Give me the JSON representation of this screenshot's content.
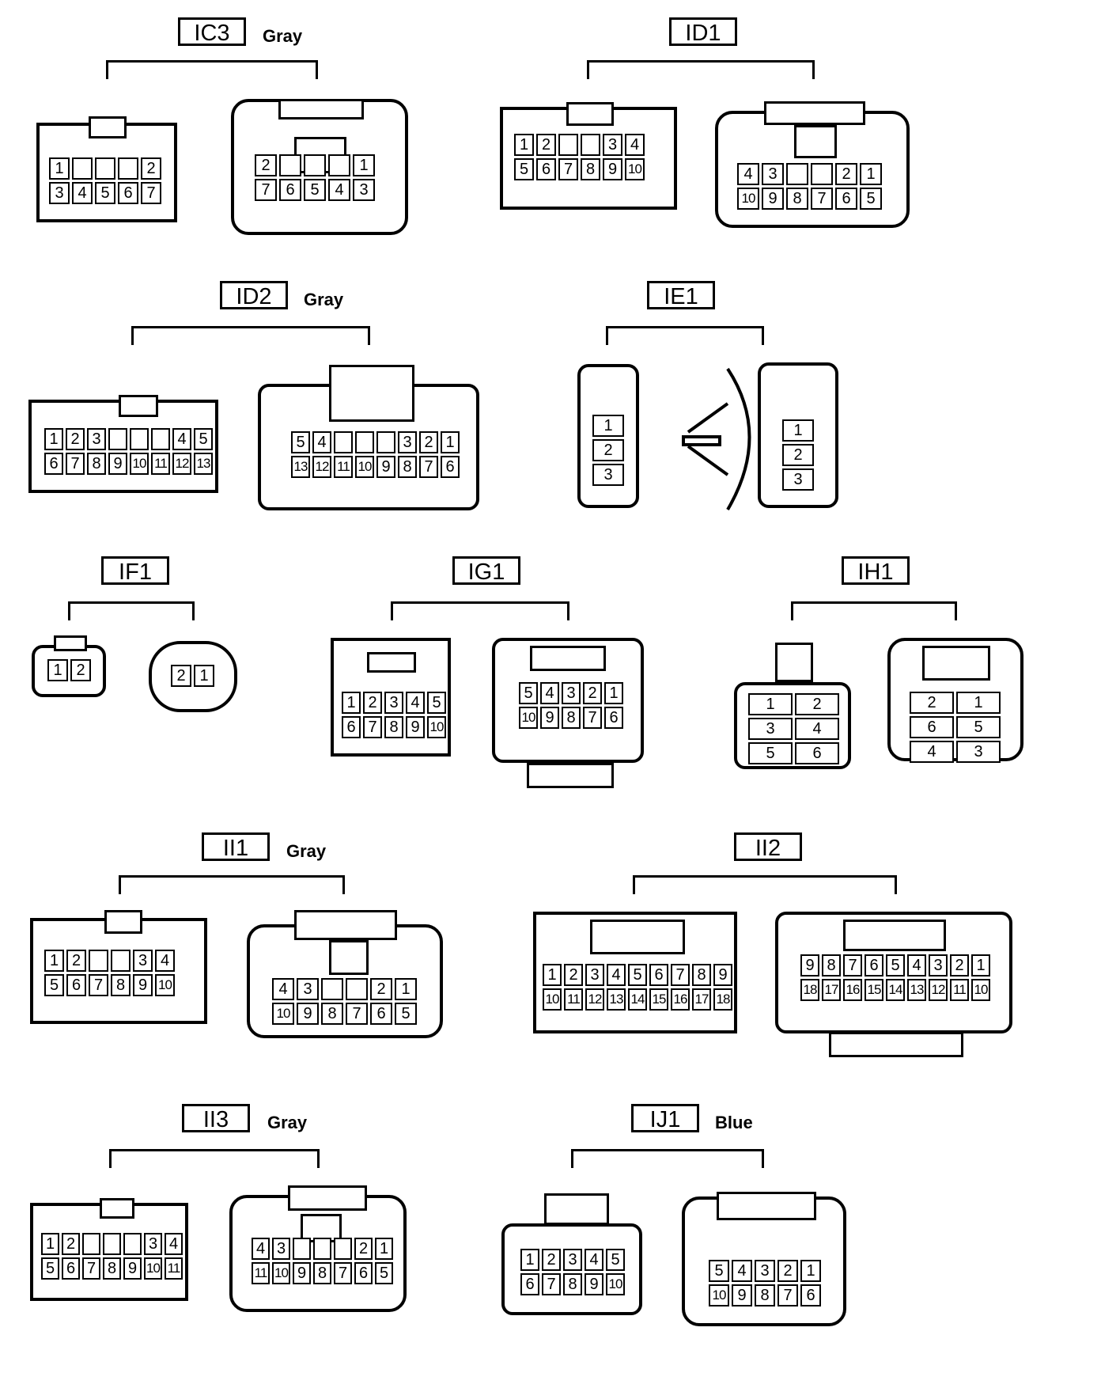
{
  "connectors": {
    "ic3": {
      "id": "IC3",
      "color": "Gray",
      "left_rows": [
        [
          "1",
          "",
          "",
          "",
          "2"
        ],
        [
          "3",
          "4",
          "5",
          "6",
          "7"
        ]
      ],
      "right_rows": [
        [
          "2",
          "",
          "",
          "",
          "1"
        ],
        [
          "7",
          "6",
          "5",
          "4",
          "3"
        ]
      ]
    },
    "id1": {
      "id": "ID1",
      "color": "",
      "left_rows": [
        [
          "1",
          "2",
          "",
          "",
          "3",
          "4"
        ],
        [
          "5",
          "6",
          "7",
          "8",
          "9",
          "10"
        ]
      ],
      "right_rows": [
        [
          "4",
          "3",
          "",
          "",
          "2",
          "1"
        ],
        [
          "10",
          "9",
          "8",
          "7",
          "6",
          "5"
        ]
      ]
    },
    "id2": {
      "id": "ID2",
      "color": "Gray",
      "left_rows": [
        [
          "1",
          "2",
          "3",
          "",
          "",
          "",
          "4",
          "5"
        ],
        [
          "6",
          "7",
          "8",
          "9",
          "10",
          "11",
          "12",
          "13"
        ]
      ],
      "right_rows": [
        [
          "5",
          "4",
          "",
          "",
          "",
          "3",
          "2",
          "1"
        ],
        [
          "13",
          "12",
          "11",
          "10",
          "9",
          "8",
          "7",
          "6"
        ]
      ]
    },
    "ie1": {
      "id": "IE1",
      "color": "",
      "left_rows": [
        [
          "1"
        ],
        [
          "2"
        ],
        [
          "3"
        ]
      ],
      "right_rows": [
        [
          "1"
        ],
        [
          "2"
        ],
        [
          "3"
        ]
      ]
    },
    "if1": {
      "id": "IF1",
      "color": "",
      "left_rows": [
        [
          "1",
          "2"
        ]
      ],
      "right_rows": [
        [
          "2",
          "1"
        ]
      ]
    },
    "ig1": {
      "id": "IG1",
      "color": "",
      "left_rows": [
        [
          "1",
          "2",
          "3",
          "4",
          "5"
        ],
        [
          "6",
          "7",
          "8",
          "9",
          "10"
        ]
      ],
      "right_rows": [
        [
          "5",
          "4",
          "3",
          "2",
          "1"
        ],
        [
          "10",
          "9",
          "8",
          "7",
          "6"
        ]
      ]
    },
    "ih1": {
      "id": "IH1",
      "color": "",
      "left_rows": [
        [
          "1",
          "2"
        ],
        [
          "3",
          "4",
          "5",
          "6"
        ]
      ],
      "right_rows": [
        [
          "2",
          "1"
        ],
        [
          "6",
          "5",
          "4",
          "3"
        ]
      ]
    },
    "ii1": {
      "id": "II1",
      "color": "Gray",
      "left_rows": [
        [
          "1",
          "2",
          "",
          "",
          "3",
          "4"
        ],
        [
          "5",
          "6",
          "7",
          "8",
          "9",
          "10"
        ]
      ],
      "right_rows": [
        [
          "4",
          "3",
          "",
          "",
          "2",
          "1"
        ],
        [
          "10",
          "9",
          "8",
          "7",
          "6",
          "5"
        ]
      ]
    },
    "ii2": {
      "id": "II2",
      "color": "",
      "left_rows": [
        [
          "1",
          "2",
          "3",
          "4",
          "5",
          "6",
          "7",
          "8",
          "9"
        ],
        [
          "10",
          "11",
          "12",
          "13",
          "14",
          "15",
          "16",
          "17",
          "18"
        ]
      ],
      "right_rows": [
        [
          "9",
          "8",
          "7",
          "6",
          "5",
          "4",
          "3",
          "2",
          "1"
        ],
        [
          "18",
          "17",
          "16",
          "15",
          "14",
          "13",
          "12",
          "11",
          "10"
        ]
      ]
    },
    "ii3": {
      "id": "II3",
      "color": "Gray",
      "left_rows": [
        [
          "1",
          "2",
          "",
          "",
          "",
          "3",
          "4"
        ],
        [
          "5",
          "6",
          "7",
          "8",
          "9",
          "10",
          "11"
        ]
      ],
      "right_rows": [
        [
          "4",
          "3",
          "",
          "",
          "",
          "2",
          "1"
        ],
        [
          "11",
          "10",
          "9",
          "8",
          "7",
          "6",
          "5"
        ]
      ]
    },
    "ij1": {
      "id": "IJ1",
      "color": "Blue",
      "left_rows": [
        [
          "1",
          "2",
          "3",
          "4",
          "5"
        ],
        [
          "6",
          "7",
          "8",
          "9",
          "10"
        ]
      ],
      "right_rows": [
        [
          "5",
          "4",
          "3",
          "2",
          "1"
        ],
        [
          "10",
          "9",
          "8",
          "7",
          "6"
        ]
      ]
    }
  }
}
